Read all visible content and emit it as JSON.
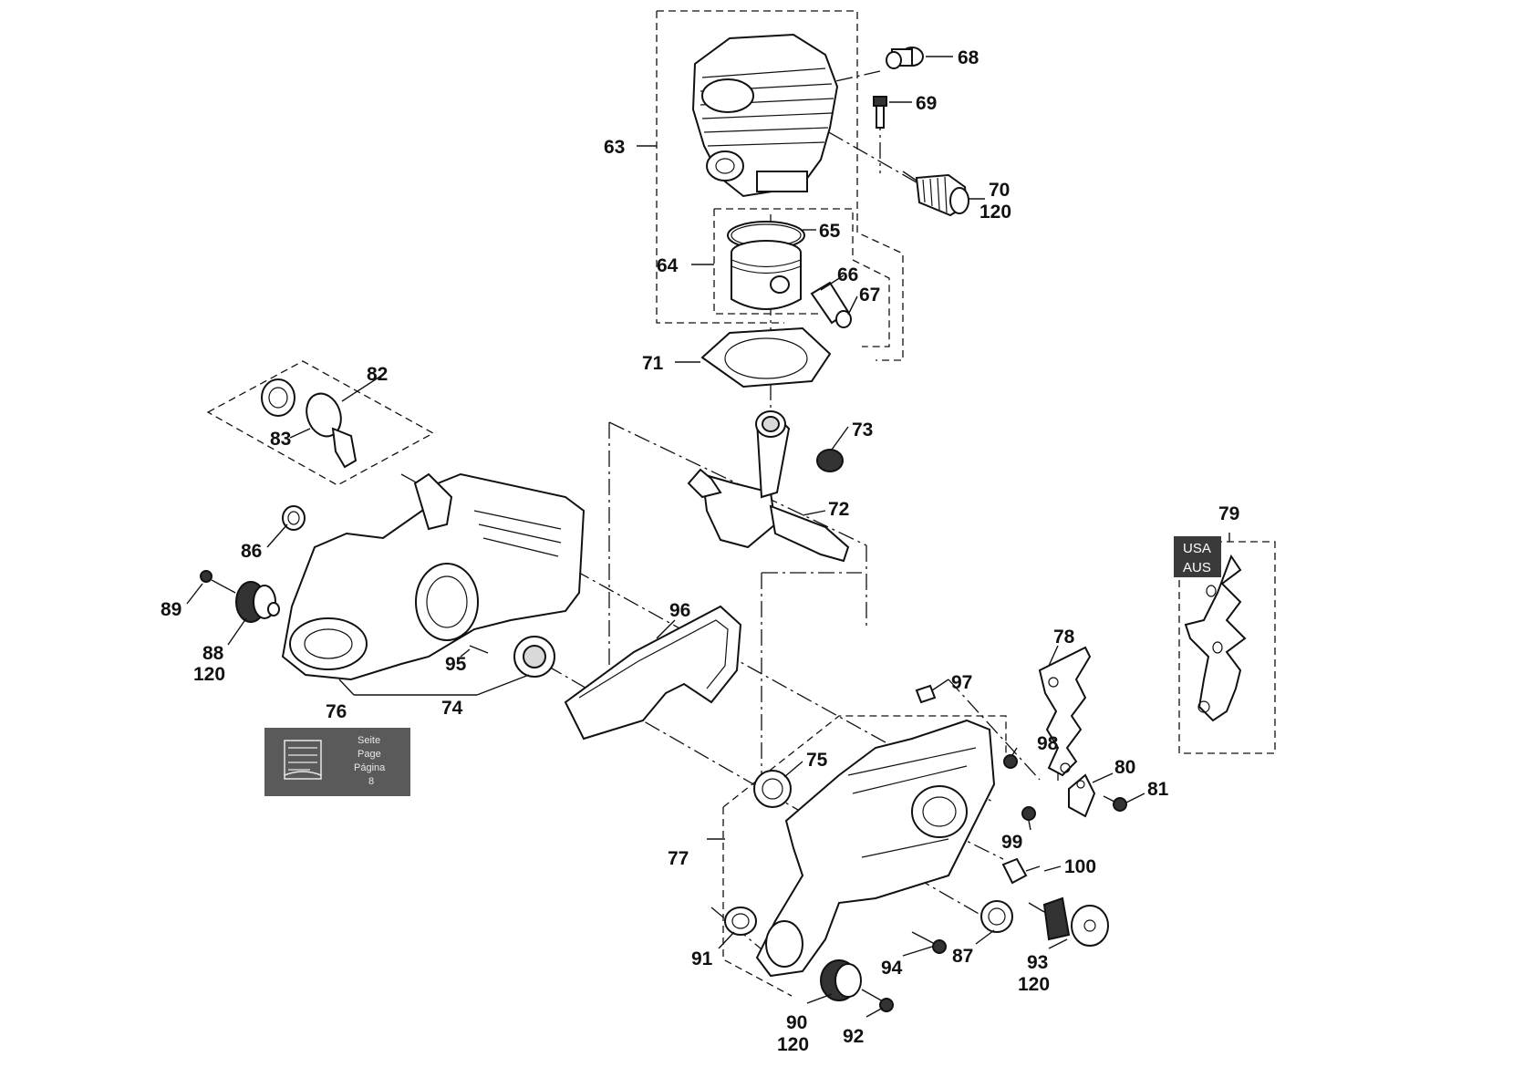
{
  "callouts": {
    "c63": "63",
    "c64": "64",
    "c65": "65",
    "c66": "66",
    "c67": "67",
    "c68": "68",
    "c69": "69",
    "c70": "70",
    "c70b": "120",
    "c71": "71",
    "c72": "72",
    "c73": "73",
    "c74": "74",
    "c75": "75",
    "c76": "76",
    "c77": "77",
    "c78": "78",
    "c79": "79",
    "c80": "80",
    "c81": "81",
    "c82": "82",
    "c83": "83",
    "c86": "86",
    "c87": "87",
    "c88": "88",
    "c88b": "120",
    "c89": "89",
    "c90": "90",
    "c90b": "120",
    "c91": "91",
    "c92": "92",
    "c93": "93",
    "c93b": "120",
    "c94": "94",
    "c95": "95",
    "c96": "96",
    "c97": "97",
    "c98": "98",
    "c99": "99",
    "c100": "100"
  },
  "region_badge": {
    "line1": "USA",
    "line2": "AUS"
  },
  "see_page": {
    "line1": "Seite",
    "line2": "Page",
    "line3": "Página",
    "line4": "8"
  },
  "colors": {
    "ink": "#111111",
    "badge": "#3a3a3a",
    "see_box": "#5a5a5a"
  }
}
